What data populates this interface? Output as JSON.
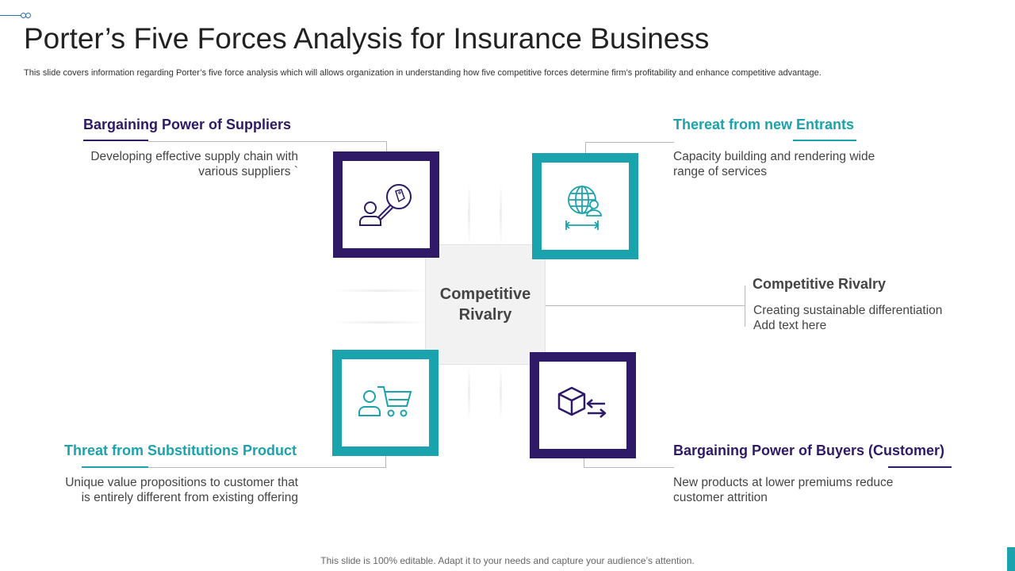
{
  "header": {
    "title": "Porter’s Five Forces Analysis for Insurance Business",
    "subtitle": "This slide covers information regarding Porter’s five force analysis which will allows organization in understanding how five competitive forces determine firm’s profitability and enhance competitive advantage."
  },
  "center": {
    "label": "Competitive Rivalry"
  },
  "forces": {
    "suppliers": {
      "title": "Bargaining Power of Suppliers",
      "line1": "Developing effective supply chain with",
      "line2": "various suppliers `",
      "icon": "supplier-search-icon"
    },
    "entrants": {
      "title": "Thereat from new Entrants",
      "line1": "Capacity building and rendering wide",
      "line2": "range of services",
      "icon": "globe-user-icon"
    },
    "rivalry": {
      "title": "Competitive Rivalry",
      "line1": "Creating sustainable differentiation",
      "line2": "Add text here"
    },
    "substitutes": {
      "title": "Threat from Substitutions Product",
      "line1": "Unique value propositions to customer that",
      "line2": "is entirely different from existing offering",
      "icon": "customer-cart-icon"
    },
    "buyers": {
      "title": "Bargaining Power of Buyers (Customer)",
      "line1": "New products at lower premiums reduce",
      "line2": "customer attrition",
      "icon": "box-exchange-icon"
    }
  },
  "footer": {
    "text": "This slide is 100% editable. Adapt it to your needs and capture your audience’s attention."
  },
  "colors": {
    "purple": "#2e1a66",
    "teal": "#1ba3ad"
  }
}
